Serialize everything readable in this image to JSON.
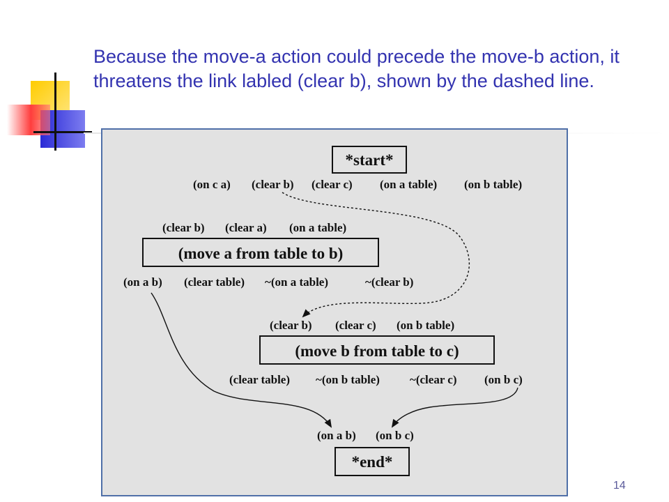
{
  "slide": {
    "title": "Because the move-a action could precede the move-b action, it threatens the link labled (clear b), shown by the dashed line.",
    "page_number": "14"
  },
  "diagram": {
    "start": {
      "label": "*start*",
      "effects": [
        "(on c a)",
        "(clear b)",
        "(clear c)",
        "(on a table)",
        "(on b table)"
      ]
    },
    "move_a": {
      "label": "(move a from table to b)",
      "preconditions": [
        "(clear b)",
        "(clear a)",
        "(on a table)"
      ],
      "effects": [
        "(on a b)",
        "(clear table)",
        "~(on a table)",
        "~(clear b)"
      ]
    },
    "move_b": {
      "label": "(move b from table to c)",
      "preconditions": [
        "(clear b)",
        "(clear c)",
        "(on b table)"
      ],
      "effects": [
        "(clear table)",
        "~(on b table)",
        "~(clear c)",
        "(on b c)"
      ]
    },
    "end": {
      "label": "*end*",
      "preconditions": [
        "(on a b)",
        "(on b c)"
      ]
    }
  }
}
